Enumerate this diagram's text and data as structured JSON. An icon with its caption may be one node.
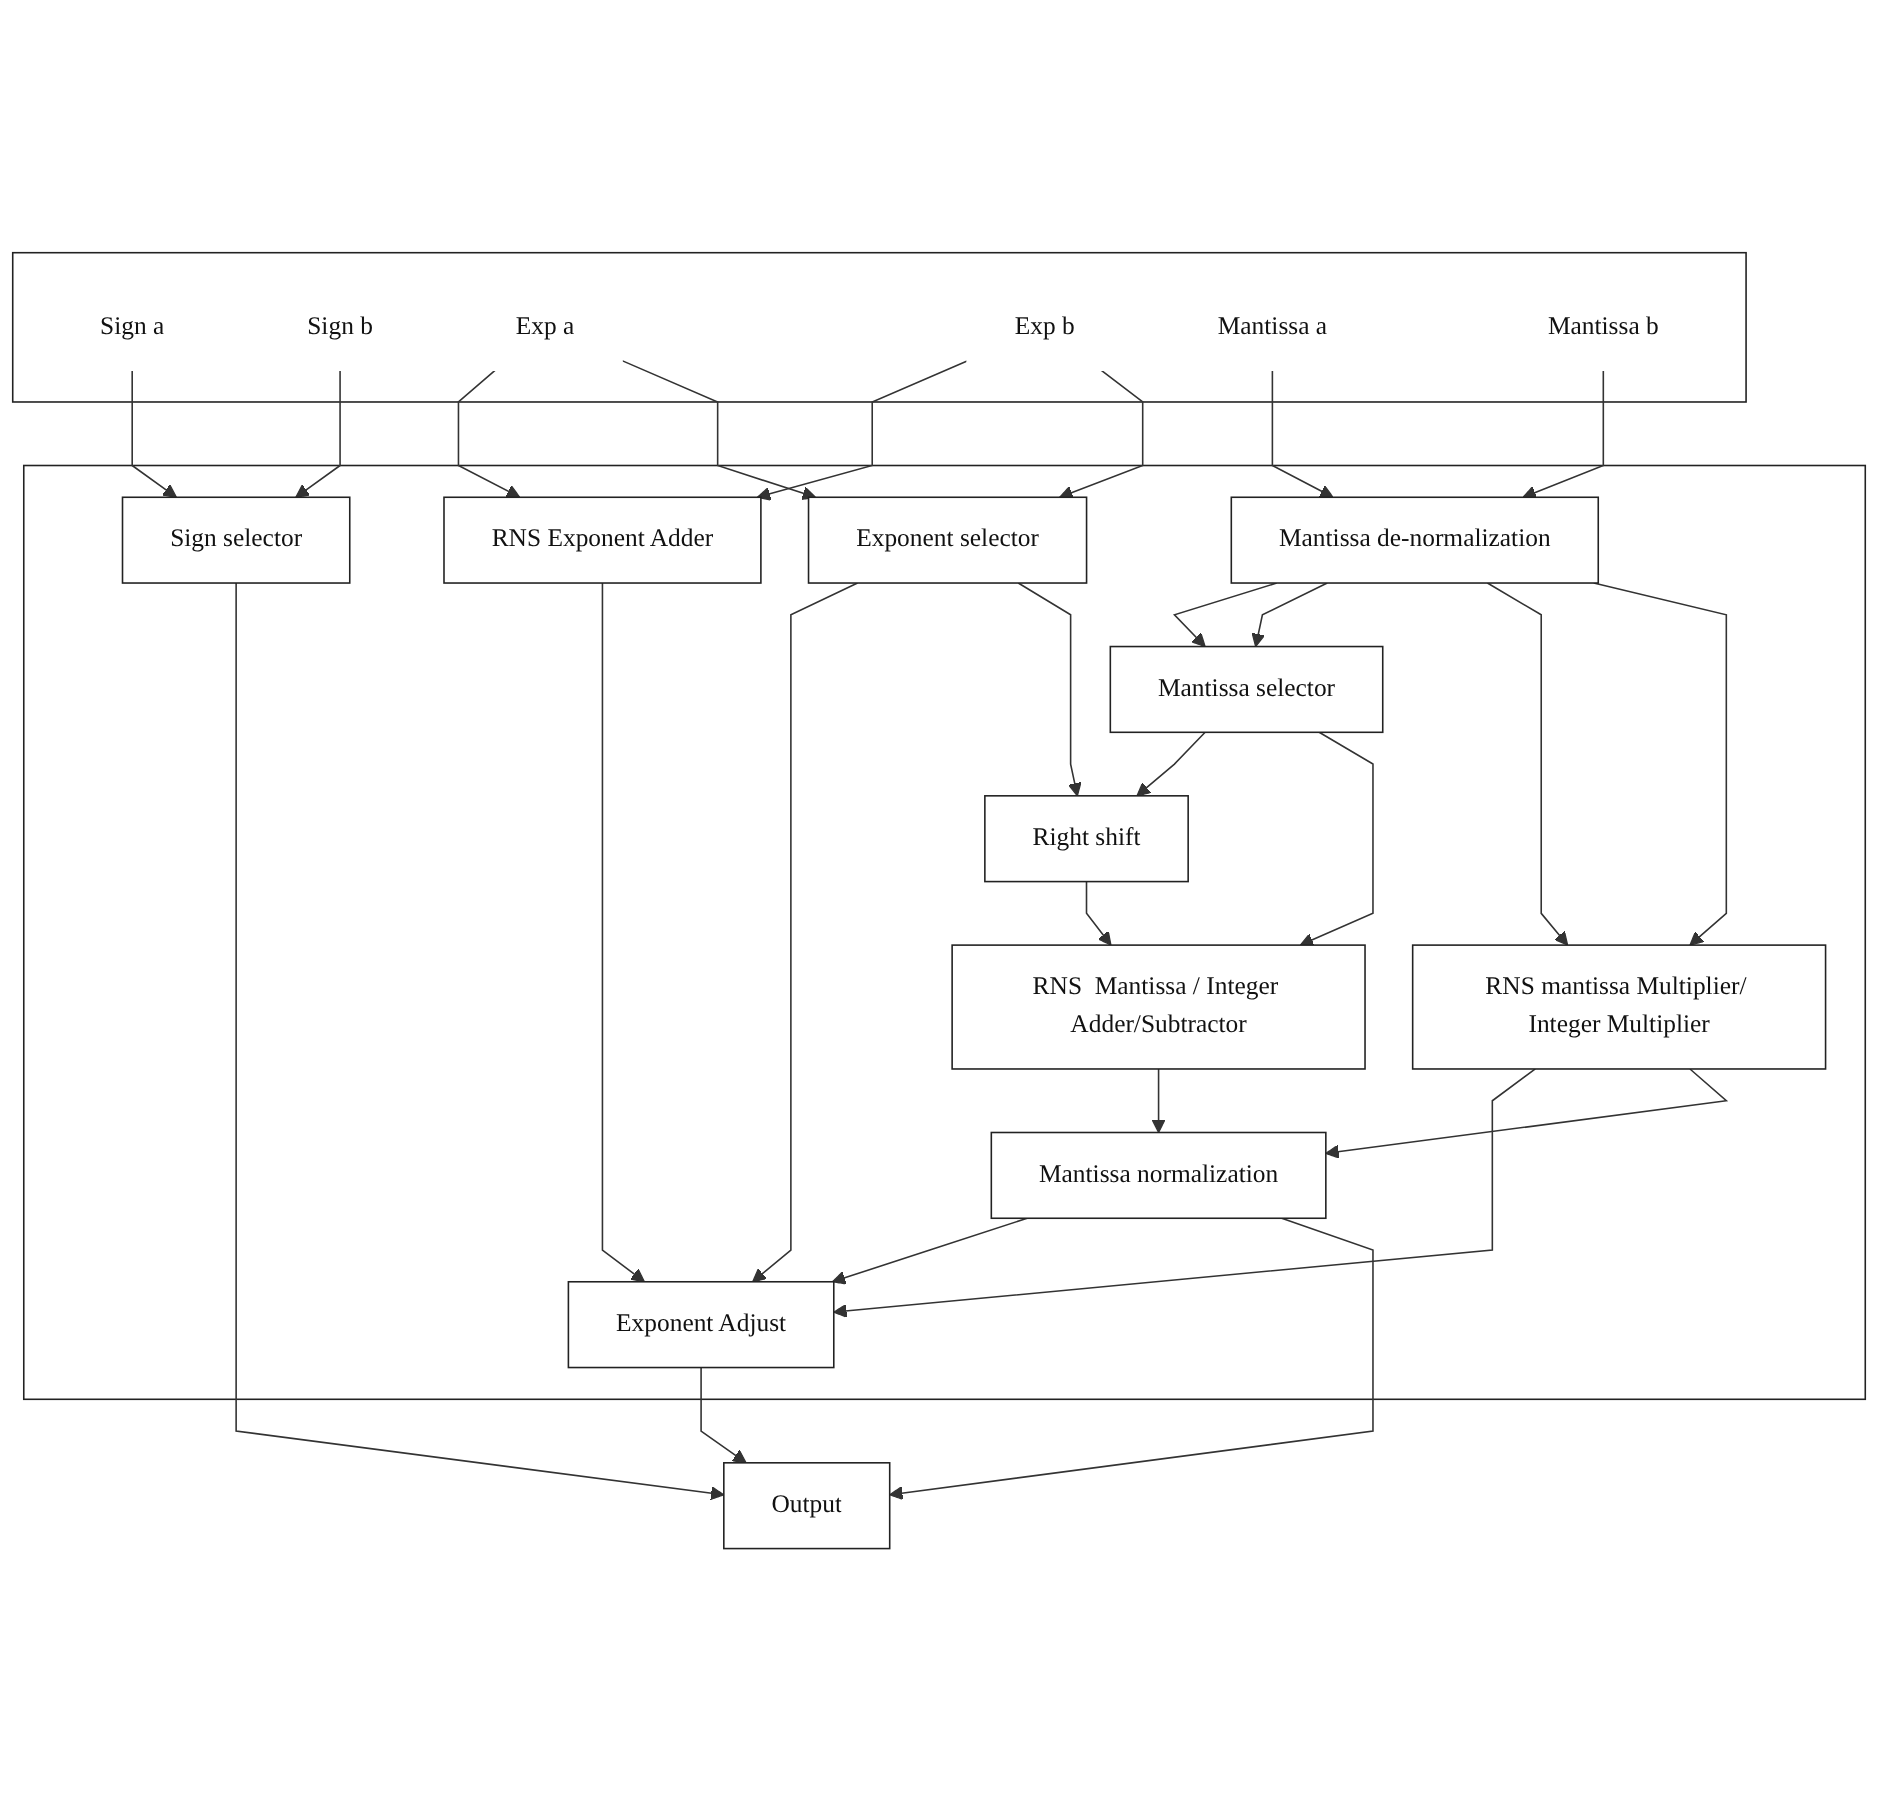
{
  "diagram": {
    "nodes": [
      {
        "text": [],
        "shape": "box"
      },
      {
        "text": [
          "Sign a"
        ],
        "in": 0
      },
      {
        "text": [
          "Sign b"
        ],
        "in": 0
      },
      {
        "text": [
          "Exp a"
        ],
        "in": 0
      },
      {
        "text": [
          "Exp b"
        ],
        "in": 0
      },
      {
        "text": [
          "Mantissa a"
        ],
        "in": 0
      },
      {
        "text": [
          "Mantissa b"
        ],
        "in": 0
      },
      {
        "text": [],
        "shape": "box"
      },
      {
        "text": [
          "Mantissa de-normalization"
        ],
        "in": 7
      },
      {
        "text": [
          "Sign selector"
        ],
        "in": 7
      },
      {
        "text": [
          "RNS Exponent Adder"
        ],
        "in": 7
      },
      {
        "text": [
          "Exponent selector"
        ],
        "in": 7
      },
      {
        "text": [
          "Mantissa selector"
        ],
        "in": 7
      },
      {
        "text": [
          "Right shift"
        ],
        "in": 7
      },
      {
        "text": [
          "RNS mantissa Multiplier/ Integer Multiplier"
        ],
        "in": 7
      },
      {
        "text": [
          "RNS  Mantissa / Integer Adder/Subtractor"
        ],
        "in": 7
      },
      {
        "text": [
          "Mantissa normalization"
        ],
        "in": 7
      },
      {
        "text": [
          "Exponent Adjust"
        ],
        "in": 7
      },
      {
        "text": [
          "Output"
        ]
      }
    ],
    "edges": [
      {
        "from": 1,
        "to": 9,
        "arrow": "to"
      },
      {
        "from": 2,
        "to": 9,
        "arrow": "to"
      },
      {
        "from": 3,
        "to": 10,
        "arrow": "to"
      },
      {
        "from": 3,
        "to": 11,
        "arrow": "to"
      },
      {
        "from": 4,
        "to": 10,
        "arrow": "to"
      },
      {
        "from": 4,
        "to": 11,
        "arrow": "to"
      },
      {
        "from": 5,
        "to": 8,
        "arrow": "to"
      },
      {
        "from": 6,
        "to": 8,
        "arrow": "to"
      },
      {
        "from": 8,
        "to": 12,
        "arrow": "to"
      },
      {
        "from": 8,
        "to": 12,
        "arrow": "to"
      },
      {
        "from": 8,
        "to": 14,
        "arrow": "to"
      },
      {
        "from": 8,
        "to": 14,
        "arrow": "to"
      },
      {
        "from": 9,
        "to": 18,
        "arrow": "to"
      },
      {
        "from": 10,
        "to": 17,
        "arrow": "to"
      },
      {
        "from": 11,
        "to": 17,
        "arrow": "to"
      },
      {
        "from": 11,
        "to": 13,
        "arrow": "to"
      },
      {
        "from": 12,
        "to": 13,
        "arrow": "to"
      },
      {
        "from": 12,
        "to": 15,
        "arrow": "to"
      },
      {
        "from": 13,
        "to": 15,
        "arrow": "to"
      },
      {
        "from": 15,
        "to": 16,
        "arrow": "to"
      },
      {
        "from": 14,
        "to": 17,
        "arrow": "to"
      },
      {
        "from": 14,
        "to": 16,
        "arrow": "to"
      },
      {
        "from": 16,
        "to": 17,
        "arrow": "to"
      },
      {
        "from": 16,
        "to": 18,
        "arrow": "to"
      },
      {
        "from": 17,
        "to": 18,
        "arrow": "to"
      }
    ]
  }
}
